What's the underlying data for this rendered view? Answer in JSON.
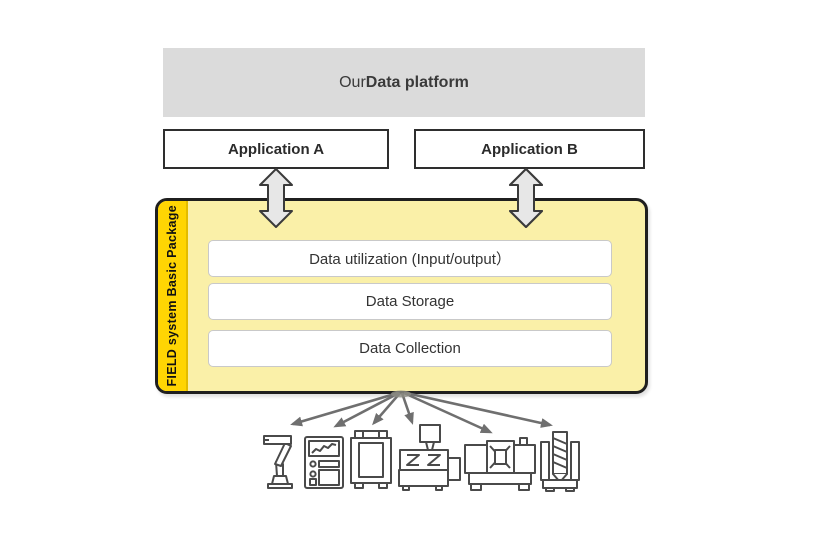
{
  "header": {
    "title_prefix": "Our ",
    "title_bold": "Data platform",
    "background": "#dbdbdb"
  },
  "applications": [
    {
      "label": "Application A"
    },
    {
      "label": "Application B"
    }
  ],
  "package": {
    "side_label": "FIELD system Basic Package",
    "side_background": "#ffd503",
    "body_background": "#faf0a8",
    "layers": [
      {
        "label": "Data utilization (Input/output）"
      },
      {
        "label": "Data Storage"
      },
      {
        "label": "Data Collection"
      }
    ]
  },
  "machines": [
    {
      "icon": "industrial-robot-icon"
    },
    {
      "icon": "cnc-control-panel-icon"
    },
    {
      "icon": "machining-center-icon"
    },
    {
      "icon": "injection-molding-machine-icon"
    },
    {
      "icon": "lathe-machine-icon"
    },
    {
      "icon": "drilling-machine-icon"
    }
  ],
  "colors": {
    "bidirectional_arrow_fill": "#e7e7e7",
    "bidirectional_arrow_stroke": "#3a3a3a",
    "fan_arrow": "#6f6f6f",
    "machine_outline": "#4a4a4a",
    "text": "#333333",
    "package_border": "#1f1f1f"
  }
}
